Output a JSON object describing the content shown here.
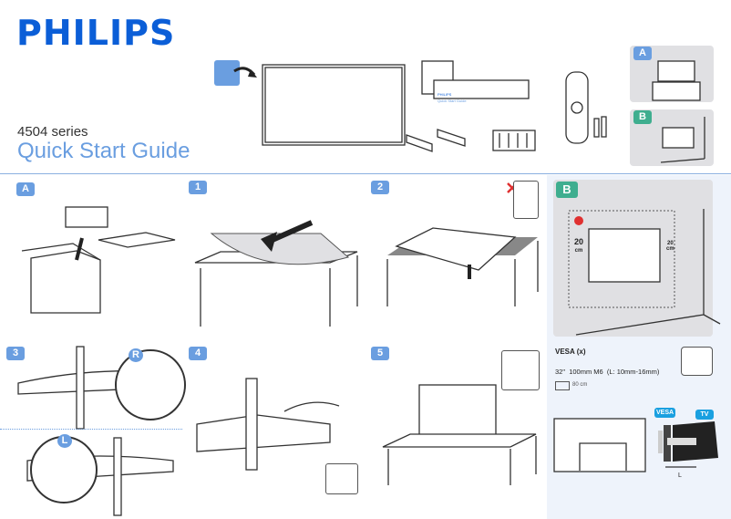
{
  "header": {
    "logo": "PHILIPS",
    "series": "4504 series",
    "title": "Quick Start Guide"
  },
  "box_contents": {
    "booklet_brand": "PHILIPS",
    "booklet_title": "Quick Start Guide"
  },
  "options": {
    "a_label": "A",
    "b_label": "B"
  },
  "steps": [
    {
      "label": "A"
    },
    {
      "label": "1"
    },
    {
      "label": "2"
    },
    {
      "label": "B"
    },
    {
      "label": "3"
    },
    {
      "label": "4"
    },
    {
      "label": "5"
    }
  ],
  "step3": {
    "right_label": "R",
    "left_label": "L"
  },
  "wall": {
    "clearance_left": "20",
    "clearance_right": "20",
    "unit": "cm"
  },
  "vesa": {
    "heading": "VESA (x)",
    "size": "32\"",
    "spec": "100mm M6",
    "screw_length": "(L: 10mm-16mm)",
    "distance": "80 cm",
    "vesa_tag": "VESA",
    "tv_tag": "TV",
    "length_label": "L"
  },
  "colors": {
    "brand": "#0b5ed7",
    "badge_blue": "#6a9ee0",
    "badge_green": "#3fae8f",
    "panel_gray": "#e0e0e3",
    "warning_red": "#e03030",
    "ok_green": "#3cb043"
  }
}
